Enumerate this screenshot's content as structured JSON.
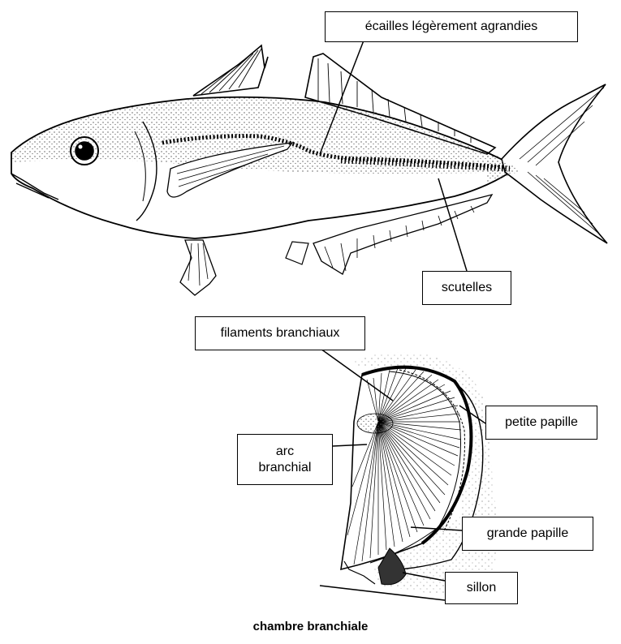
{
  "labels": {
    "ecailles": "écailles légèrement agrandies",
    "scutelles": "scutelles",
    "filaments": "filaments branchiaux",
    "arc_line1": "arc",
    "arc_line2": "branchial",
    "petite_papille": "petite papille",
    "grande_papille": "grande papille",
    "sillon": "sillon"
  },
  "caption": "chambre branchiale",
  "colors": {
    "ink": "#000000",
    "stipple": "#555555",
    "background": "#ffffff"
  }
}
